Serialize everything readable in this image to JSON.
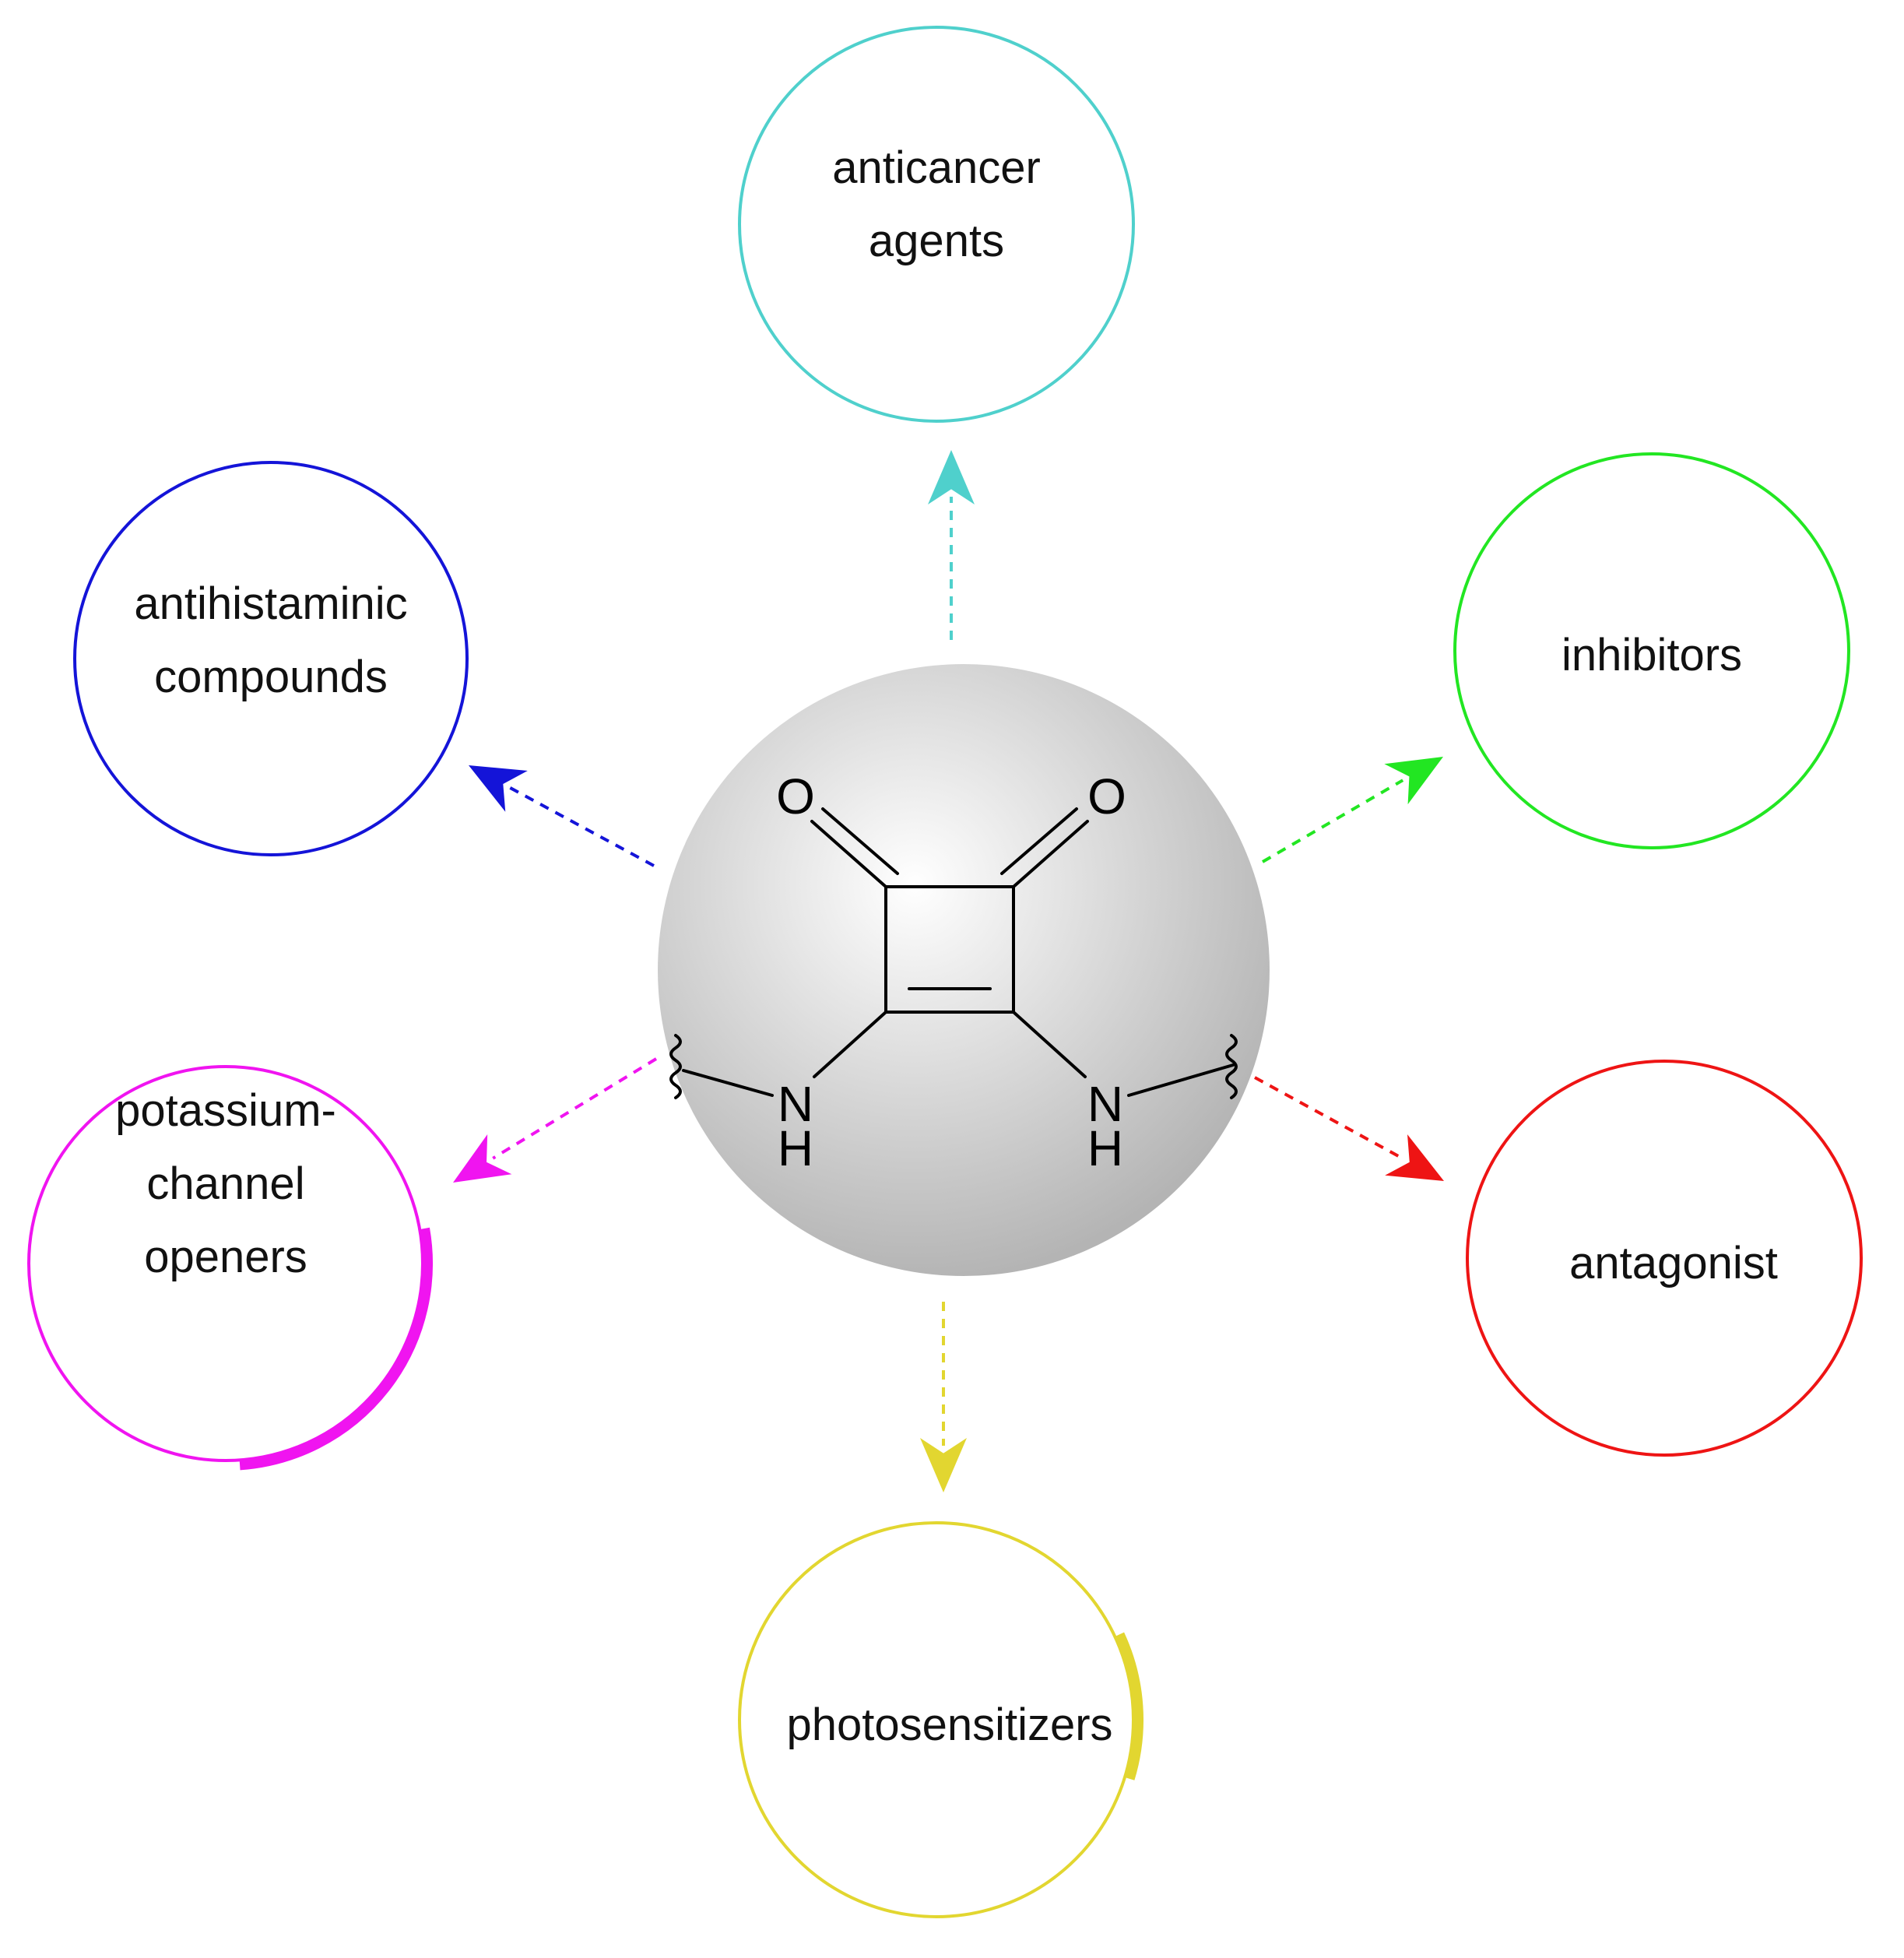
{
  "colors": {
    "anticancer": "#4fd0cc",
    "antihistaminic": "#1414d8",
    "inhibitors": "#22e622",
    "antagonist": "#ee1414",
    "potassium": "#f014f0",
    "photosensitizers": "#e2d630",
    "sphere_light": "#ffffff",
    "sphere_dark": "#b4b4b4"
  },
  "nodes": [
    {
      "id": "anticancer",
      "color_key": "anticancer",
      "lines": [
        "anticancer",
        "agents"
      ]
    },
    {
      "id": "antihistaminic",
      "color_key": "antihistaminic",
      "lines": [
        "antihistaminic",
        "compounds"
      ]
    },
    {
      "id": "inhibitors",
      "color_key": "inhibitors",
      "lines": [
        "inhibitors"
      ]
    },
    {
      "id": "potassium",
      "color_key": "potassium",
      "lines": [
        "potassium-",
        "channel",
        "openers"
      ]
    },
    {
      "id": "antagonist",
      "color_key": "antagonist",
      "lines": [
        "antagonist"
      ]
    },
    {
      "id": "photosensitizers",
      "color_key": "photosensitizers",
      "lines": [
        "photosensitizers"
      ]
    }
  ],
  "molecule": {
    "oxygen_left": "O",
    "oxygen_right": "O",
    "nitrogen_left": "N",
    "hydrogen_left": "H",
    "nitrogen_right": "N",
    "hydrogen_right": "H"
  }
}
